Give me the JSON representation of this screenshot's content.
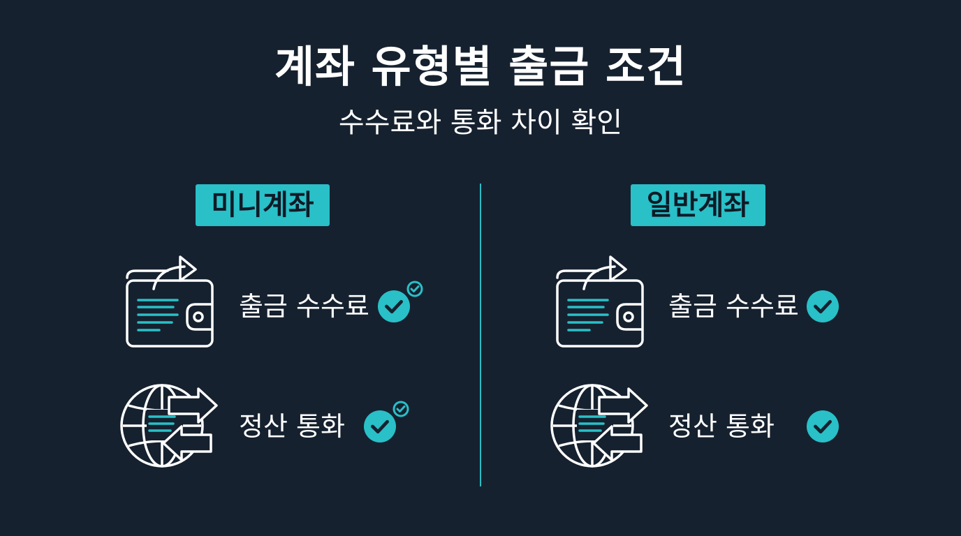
{
  "header": {
    "title": "계좌 유형별 출금 조건",
    "subtitle": "수수료와 통화 차이 확인"
  },
  "columns": [
    {
      "badge": "미니계좌",
      "rows": [
        {
          "icon": "wallet-icon",
          "label": "출금 수수료",
          "status": "check-icon",
          "extra_mark": true
        },
        {
          "icon": "globe-exchange-icon",
          "label": "정산 통화",
          "status": "check-icon",
          "extra_mark": true
        }
      ]
    },
    {
      "badge": "일반계좌",
      "rows": [
        {
          "icon": "wallet-icon",
          "label": "출금 수수료",
          "status": "check-icon",
          "extra_mark": false
        },
        {
          "icon": "globe-exchange-icon",
          "label": "정산 통화",
          "status": "check-icon",
          "extra_mark": false
        }
      ]
    }
  ],
  "colors": {
    "background": "#16212f",
    "accent": "#29c0c8",
    "icon_stroke": "#ffffff"
  }
}
